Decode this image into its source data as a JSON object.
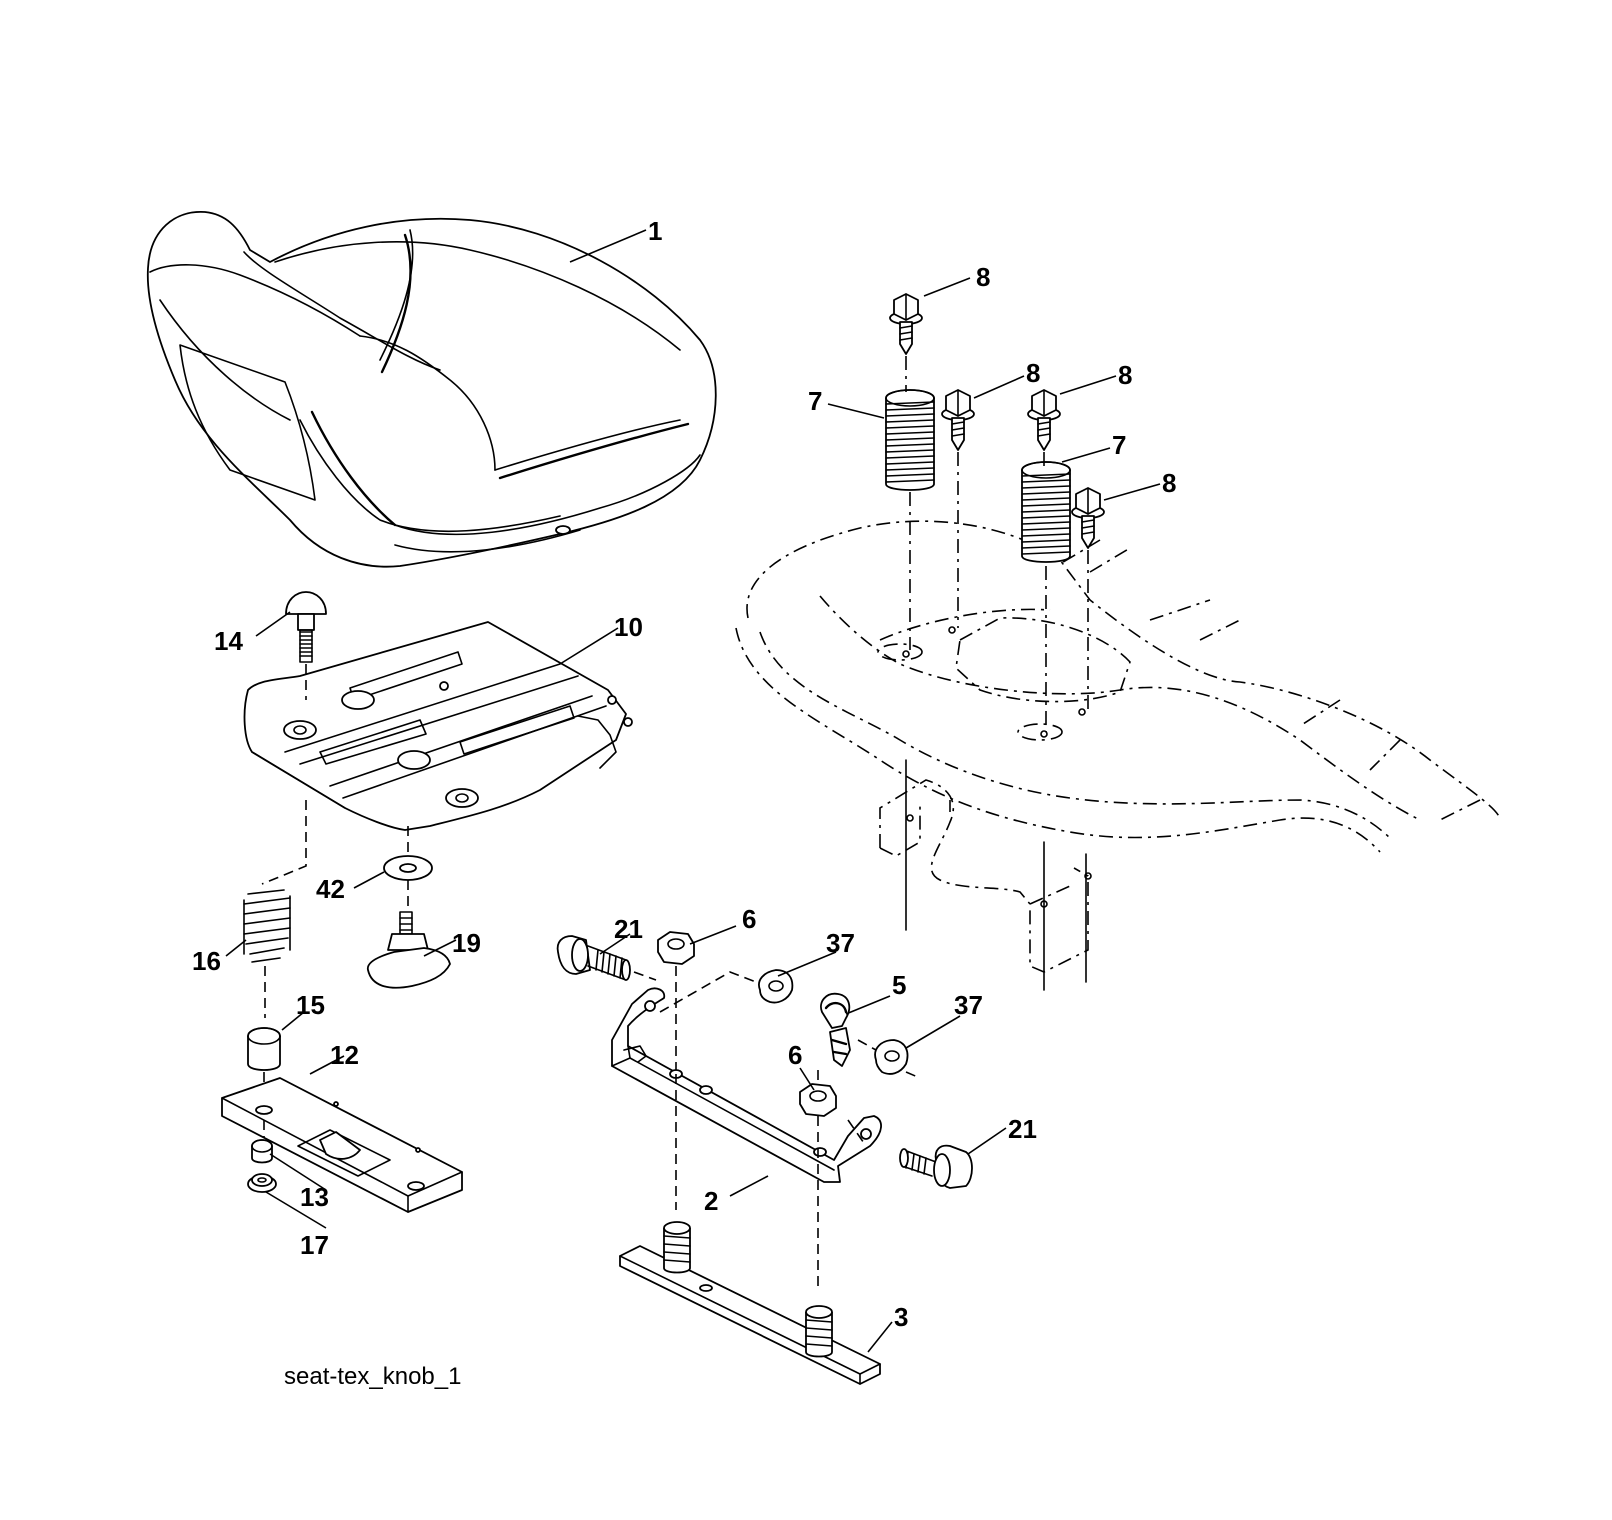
{
  "diagram": {
    "caption": "seat-tex_knob_1",
    "callouts": {
      "c1": "1",
      "c2": "2",
      "c3": "3",
      "c5": "5",
      "c6a": "6",
      "c6b": "6",
      "c7a": "7",
      "c7b": "7",
      "c8a": "8",
      "c8b": "8",
      "c8c": "8",
      "c8d": "8",
      "c10": "10",
      "c12": "12",
      "c13": "13",
      "c14": "14",
      "c15": "15",
      "c16": "16",
      "c17": "17",
      "c19": "19",
      "c21a": "21",
      "c21b": "21",
      "c37a": "37",
      "c37b": "37",
      "c42": "42"
    }
  }
}
